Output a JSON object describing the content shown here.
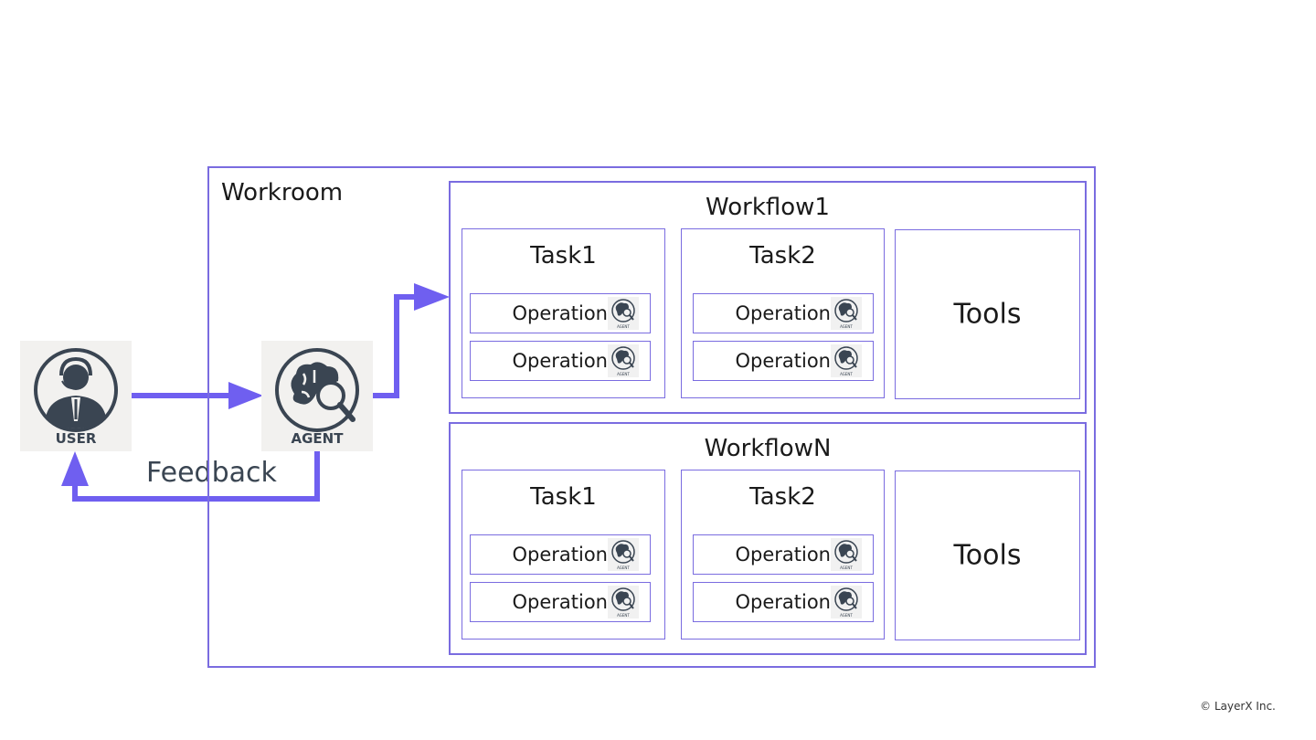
{
  "workroom": {
    "title": "Workroom"
  },
  "actors": {
    "user_label": "USER",
    "agent_label": "AGENT",
    "feedback_label": "Feedback"
  },
  "workflows": [
    {
      "title": "Workflow1",
      "tasks": [
        {
          "title": "Task1",
          "operations": [
            {
              "label": "Operation",
              "icon_label": "AGENT"
            },
            {
              "label": "Operation",
              "icon_label": "AGENT"
            }
          ]
        },
        {
          "title": "Task2",
          "operations": [
            {
              "label": "Operation",
              "icon_label": "AGENT"
            },
            {
              "label": "Operation",
              "icon_label": "AGENT"
            }
          ]
        }
      ],
      "tools_label": "Tools"
    },
    {
      "title": "WorkflowN",
      "tasks": [
        {
          "title": "Task1",
          "operations": [
            {
              "label": "Operation",
              "icon_label": "AGENT"
            },
            {
              "label": "Operation",
              "icon_label": "AGENT"
            }
          ]
        },
        {
          "title": "Task2",
          "operations": [
            {
              "label": "Operation",
              "icon_label": "AGENT"
            },
            {
              "label": "Operation",
              "icon_label": "AGENT"
            }
          ]
        }
      ],
      "tools_label": "Tools"
    }
  ],
  "copyright": "© LayerX Inc.",
  "colors": {
    "accent": "#6f5ff0",
    "border": "#7a6ce0",
    "icon_dark": "#3a4552",
    "actor_bg": "#f2f1ef"
  }
}
